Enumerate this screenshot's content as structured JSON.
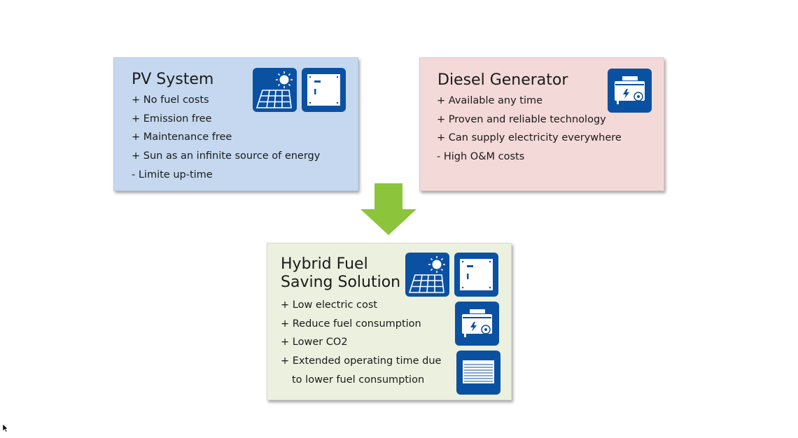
{
  "pv": {
    "title": "PV System",
    "items": [
      "+ No fuel costs",
      "+ Emission free",
      "+ Maintenance free",
      "+ Sun as an infinite source of energy",
      "- Limite up-time"
    ],
    "icons": [
      "solar-panel-icon",
      "inverter-icon"
    ],
    "background": "#c5d8ef"
  },
  "diesel": {
    "title": "Diesel Generator",
    "items": [
      "+ Available any time",
      "+ Proven and reliable technology",
      "+ Can supply electricity everywhere",
      "- High O&M costs"
    ],
    "icons": [
      "generator-icon"
    ],
    "background": "#f3d9d7"
  },
  "hybrid": {
    "title_line1": "Hybrid Fuel",
    "title_line2": "Saving Solution",
    "items": [
      "+ Low electric cost",
      "+ Reduce fuel consumption",
      "+ Lower CO2",
      "+ Extended operating time due",
      "to lower fuel consumption"
    ],
    "icons": [
      "solar-panel-icon",
      "inverter-icon",
      "generator-icon",
      "controller-icon"
    ],
    "background": "#ebf0df"
  },
  "colors": {
    "icon_blue": "#0b51a2",
    "arrow_green": "#8cc43c"
  }
}
